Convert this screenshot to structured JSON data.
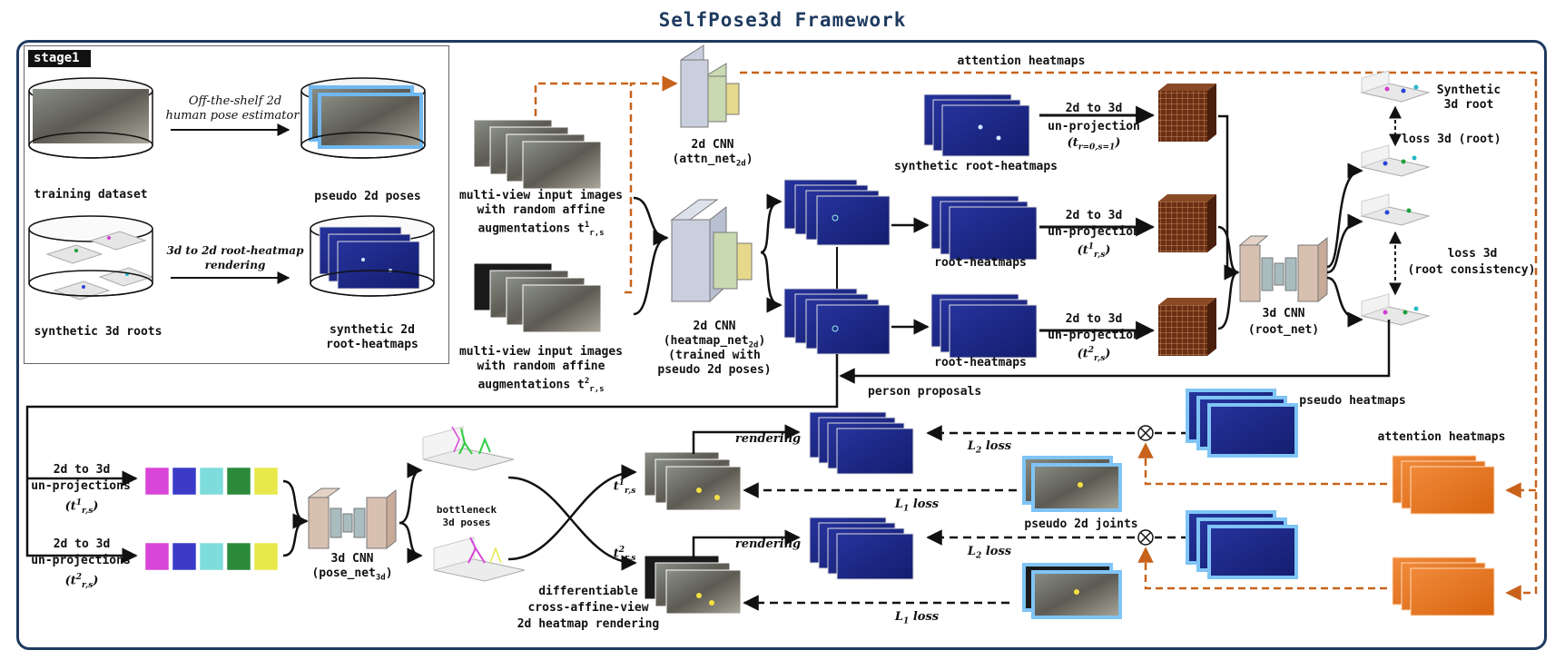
{
  "title": "SelfPose3d Framework",
  "stage1": {
    "tag": "stage1",
    "estimator": [
      "Off-the-shelf 2d",
      "human pose estimator"
    ],
    "training_dataset": "training dataset",
    "pseudo_2d_poses": "pseudo 2d poses",
    "rendering_arrow": [
      "3d to 2d root-heatmap",
      "rendering"
    ],
    "synthetic_3d_roots": "synthetic 3d roots",
    "synthetic_root_heatmaps": [
      "synthetic 2d",
      "root-heatmaps"
    ]
  },
  "inputs": {
    "view1": [
      "multi-view input images",
      "with random affine",
      "augmentations t"
    ],
    "view2": [
      "multi-view input images",
      "with random affine",
      "augmentations t"
    ],
    "t1_sup": "1",
    "t2_sup": "2",
    "t_sub": "r,s"
  },
  "attn": {
    "cnn": "2d CNN",
    "name": "(attn_net",
    "sub": "2d",
    "close": ")",
    "label": "attention heatmaps"
  },
  "heatmap_net": {
    "cnn": "2d CNN",
    "name": "(heatmap_net",
    "sub": "2d",
    "close": ")",
    "line3": "(trained with",
    "line4": "pseudo 2d poses)"
  },
  "root": {
    "synthetic": "synthetic root-heatmaps",
    "rh1": "root-heatmaps",
    "rh2": "root-heatmaps",
    "unproj": "2d to 3d",
    "unproj2": "un-projection",
    "t_sub0": "r=0,s=1",
    "cnn": "3d CNN",
    "net": "(root_net)",
    "synthetic_root": [
      "Synthetic",
      "3d root"
    ],
    "loss_root": "loss 3d (root)",
    "loss_consistency": [
      "loss 3d",
      "(root consistency)"
    ],
    "proposals": "person proposals"
  },
  "pose": {
    "unproj": [
      "2d to 3d",
      "un-projections"
    ],
    "cnn": "3d CNN",
    "net": "(pose_net",
    "net_sub": "3d",
    "bottleneck": [
      "bottleneck",
      "3d poses"
    ],
    "render_caption": [
      "differentiable",
      "cross-affine-view",
      "2d heatmap rendering"
    ],
    "rendering": "rendering"
  },
  "losses": {
    "pseudo_heatmaps": "pseudo heatmaps",
    "attention_heatmaps": "attention heatmaps",
    "pseudo_2d_joints": "pseudo 2d joints",
    "l2": "L",
    "l2_sub": "2",
    "l1": "L",
    "l1_sub": "1",
    "loss_word": " loss"
  },
  "colors": {
    "frame": "#1e3a5f",
    "heatmap_blue": "#1f2a8c",
    "attention_orange": "#e8731f",
    "dashed_orange": "#c8621b",
    "brown_cube": "#6b2f14",
    "cnn_gray": "#c9cfde",
    "cnn_green": "#c9d9b0",
    "cnn_yellow": "#e6d98c",
    "cnn3d_tan": "#d8c0b0",
    "cnn3d_teal": "#a9bdbf",
    "pose_cube_colors": [
      "#d845d8",
      "#3b3bc8",
      "#7fdcdc",
      "#2a8a3a",
      "#e8e84a"
    ]
  }
}
